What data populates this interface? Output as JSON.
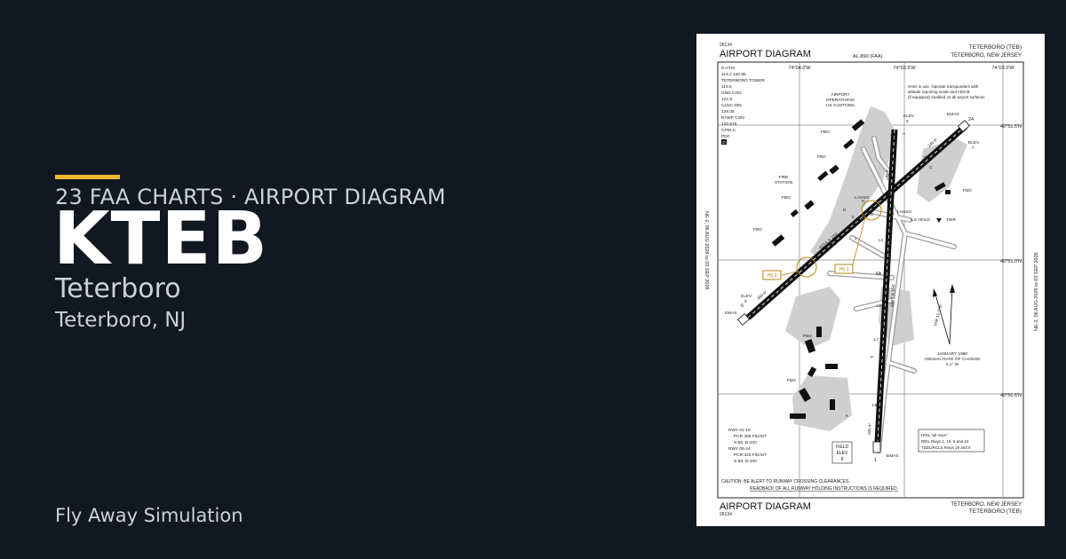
{
  "header": {
    "subtitle": "23 FAA CHARTS · AIRPORT DIAGRAM",
    "ident": "KTEB",
    "airport_name": "Teterboro",
    "location": "Teterboro, NJ"
  },
  "footer": {
    "brand": "Fly Away Simulation"
  },
  "colors": {
    "background": "#121822",
    "accent": "#f2b632",
    "text": "#c9d2dc",
    "ident": "#ffffff",
    "hotspot": "#b8860b"
  },
  "chart": {
    "chart_number_top": "26134",
    "chart_number_bottom": "26134",
    "title_top": "AIRPORT DIAGRAM",
    "title_bottom": "AIRPORT DIAGRAM",
    "agency": "AL-890 (FAA)",
    "airport_label_top": "TETERBORO (TEB)",
    "city_top": "TETERBORO, NEW JERSEY",
    "city_bottom": "TETERBORO, NEW JERSEY",
    "airport_label_bottom": "TETERBORO (TEB)",
    "longitudes": [
      "74°04.0'W",
      "74°03.5'W",
      "74°03.0'W"
    ],
    "latitudes": [
      "40°51.5'N",
      "40°51.0'N",
      "40°50.5'N"
    ],
    "frequencies": [
      "D-ATIS",
      "114.2  132.85",
      "TETERBORO TOWER",
      "119.5",
      "GND CON",
      "121.9",
      "CLNC DEL",
      "128.05",
      "RAMP CON",
      "120.675",
      "CPDLC",
      "PDC"
    ],
    "freq_symbol": "D",
    "note_said": [
      "SAID in use. Operate transponders with",
      "altitude reporting mode and ADS-B",
      "(if equipped) enabled on all airport surfaces"
    ],
    "ops_label": [
      "AIRPORT",
      "OPERATIONS/",
      "US CUSTOMS"
    ],
    "fire_label": [
      "FIRE",
      "STATION"
    ],
    "fbo": "FBO",
    "elev": "ELEV",
    "emas": "EMAS",
    "lahso": "LAHSO",
    "ils_hold": "ILS HOLD",
    "twr": "TWR",
    "hotspots": [
      "HS 2",
      "HS 1"
    ],
    "rwy_6_24_dims": "6014 X 150",
    "rwy_1_19_dims": "6997 X 150",
    "runway_ends": [
      "6",
      "24",
      "1",
      "19"
    ],
    "rwy_headings": [
      "060.9°",
      "240.9°",
      "005.4°",
      "185.4°"
    ],
    "elevations": {
      "rwy_6": "5",
      "rwy_24": "7",
      "rwy_1": "8",
      "rwy_19": "6"
    },
    "taxiways": [
      "A",
      "B",
      "D",
      "E",
      "F",
      "G",
      "H",
      "J",
      "K",
      "L",
      "L1",
      "L2",
      "L3",
      "L4",
      "L5",
      "L6",
      "L7",
      "L8",
      "P",
      "Y"
    ],
    "magvar_label": "VAR 12.7°W",
    "magvar_note": [
      "JANUARY 1980",
      "ANNUAL RATE OF CHANGE",
      "0.1° W"
    ],
    "rwy_strength": [
      "RWY 01-19",
      "PCR 459 F/D/X/T",
      "S-50, D-100",
      "RWY 06-24",
      "PCR 343 F/D/X/T",
      "S-50, D-100"
    ],
    "field_elev": [
      "FIELD",
      "ELEV",
      "8"
    ],
    "lighting": [
      "HIRL \"all rwys\"",
      "REIL Rwys 1, 19, 6 and 24",
      "TDZL/RCLS Rwys 19 and 6"
    ],
    "caution": [
      "CAUTION: BE ALERT TO RUNWAY CROSSING CLEARANCES.",
      "READBACK OF ALL RUNWAY HOLDING INSTRUCTIONS IS REQUIRED."
    ],
    "validity_left": "NE-2, 06 AUG 2026  to  03 SEP 2026",
    "validity_right": "NE-2, 06 AUG 2026  to  03 SEP 2026"
  }
}
